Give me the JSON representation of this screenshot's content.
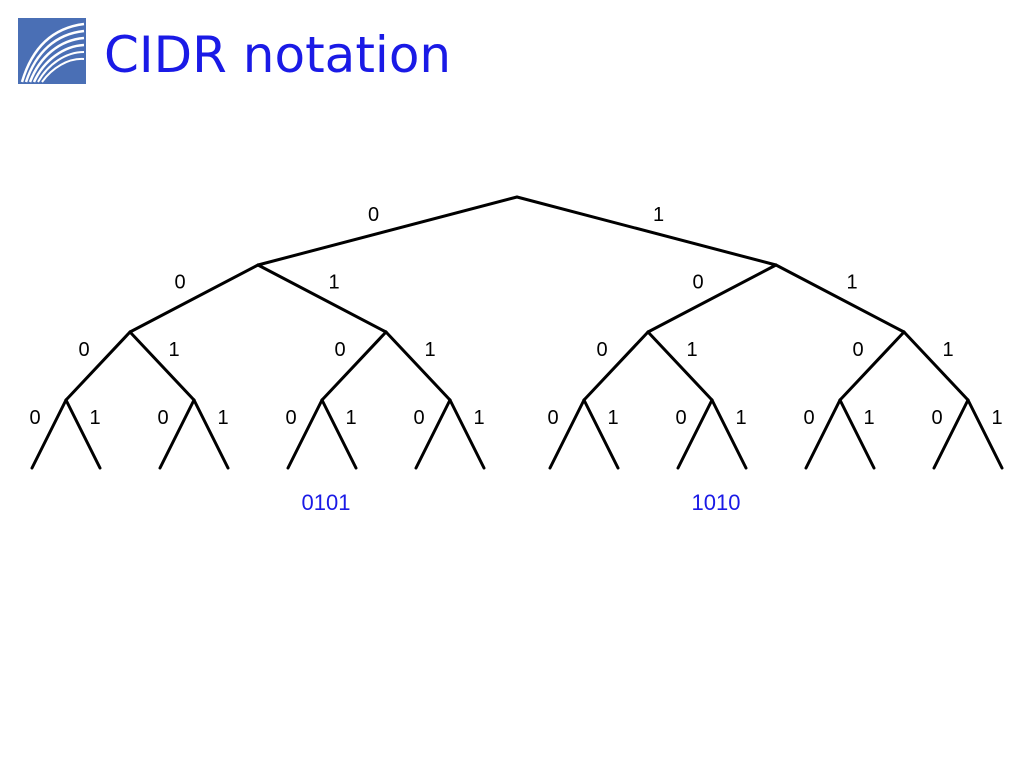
{
  "slide": {
    "title": "CIDR notation",
    "logo_icon": "fiber-curves-logo"
  },
  "tree": {
    "bits": [
      "0",
      "1"
    ],
    "levels": 4,
    "highlighted_prefixes": [
      "0101",
      "1010"
    ],
    "prefix_color": "#1a1ae6"
  }
}
